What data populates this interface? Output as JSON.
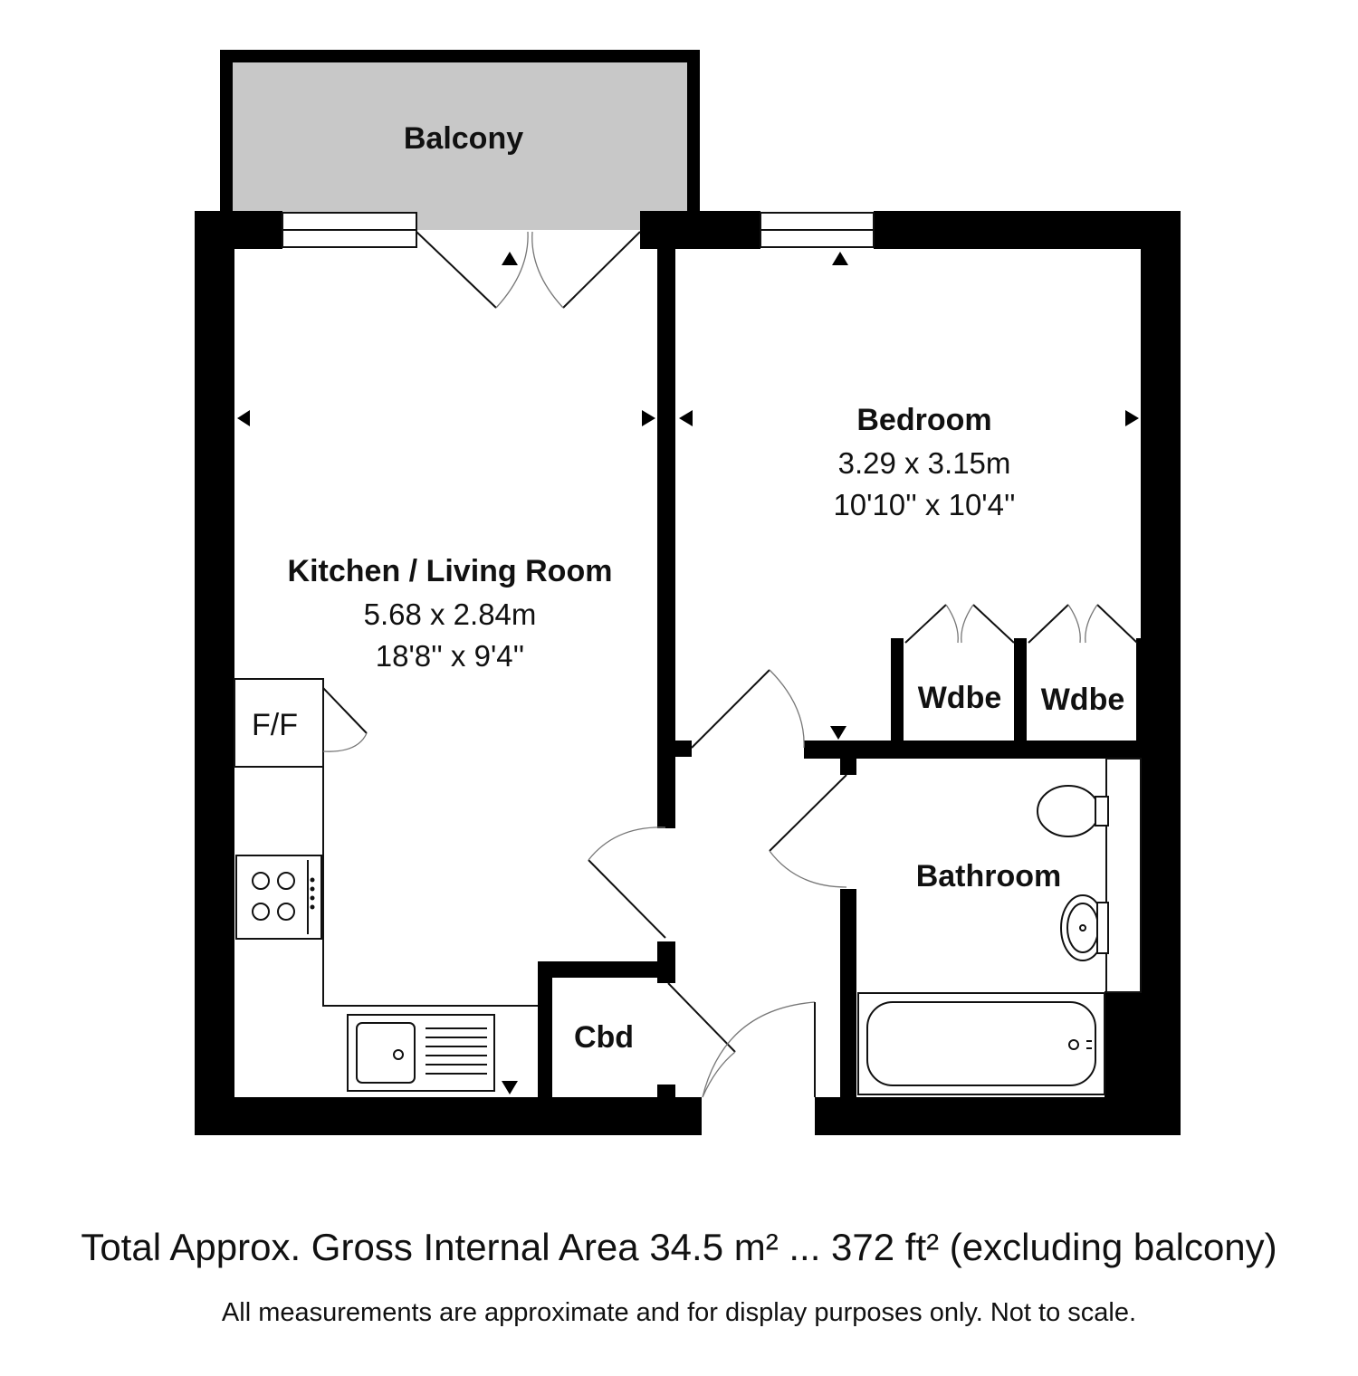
{
  "rooms": {
    "balcony": {
      "name": "Balcony"
    },
    "kitchen_living": {
      "name": "Kitchen / Living Room",
      "metric": "5.68 x 2.84m",
      "imperial": "18'8'' x 9'4''"
    },
    "bedroom": {
      "name": "Bedroom",
      "metric": "3.29 x 3.15m",
      "imperial": "10'10'' x 10'4''"
    },
    "bathroom": {
      "name": "Bathroom"
    },
    "cupboard": {
      "name": "Cbd"
    },
    "wardrobe_1": {
      "name": "Wdbe"
    },
    "wardrobe_2": {
      "name": "Wdbe"
    }
  },
  "fixtures": {
    "fridge_freezer": {
      "label": "F/F"
    }
  },
  "colors": {
    "wall": "#000000",
    "balcony_fill": "#c8c8c8",
    "background": "#ffffff"
  },
  "footer": {
    "total_area": "Total Approx. Gross Internal Area 34.5 m² ... 372 ft² (excluding balcony)",
    "disclaimer": "All measurements are approximate and for display purposes only. Not to scale."
  }
}
